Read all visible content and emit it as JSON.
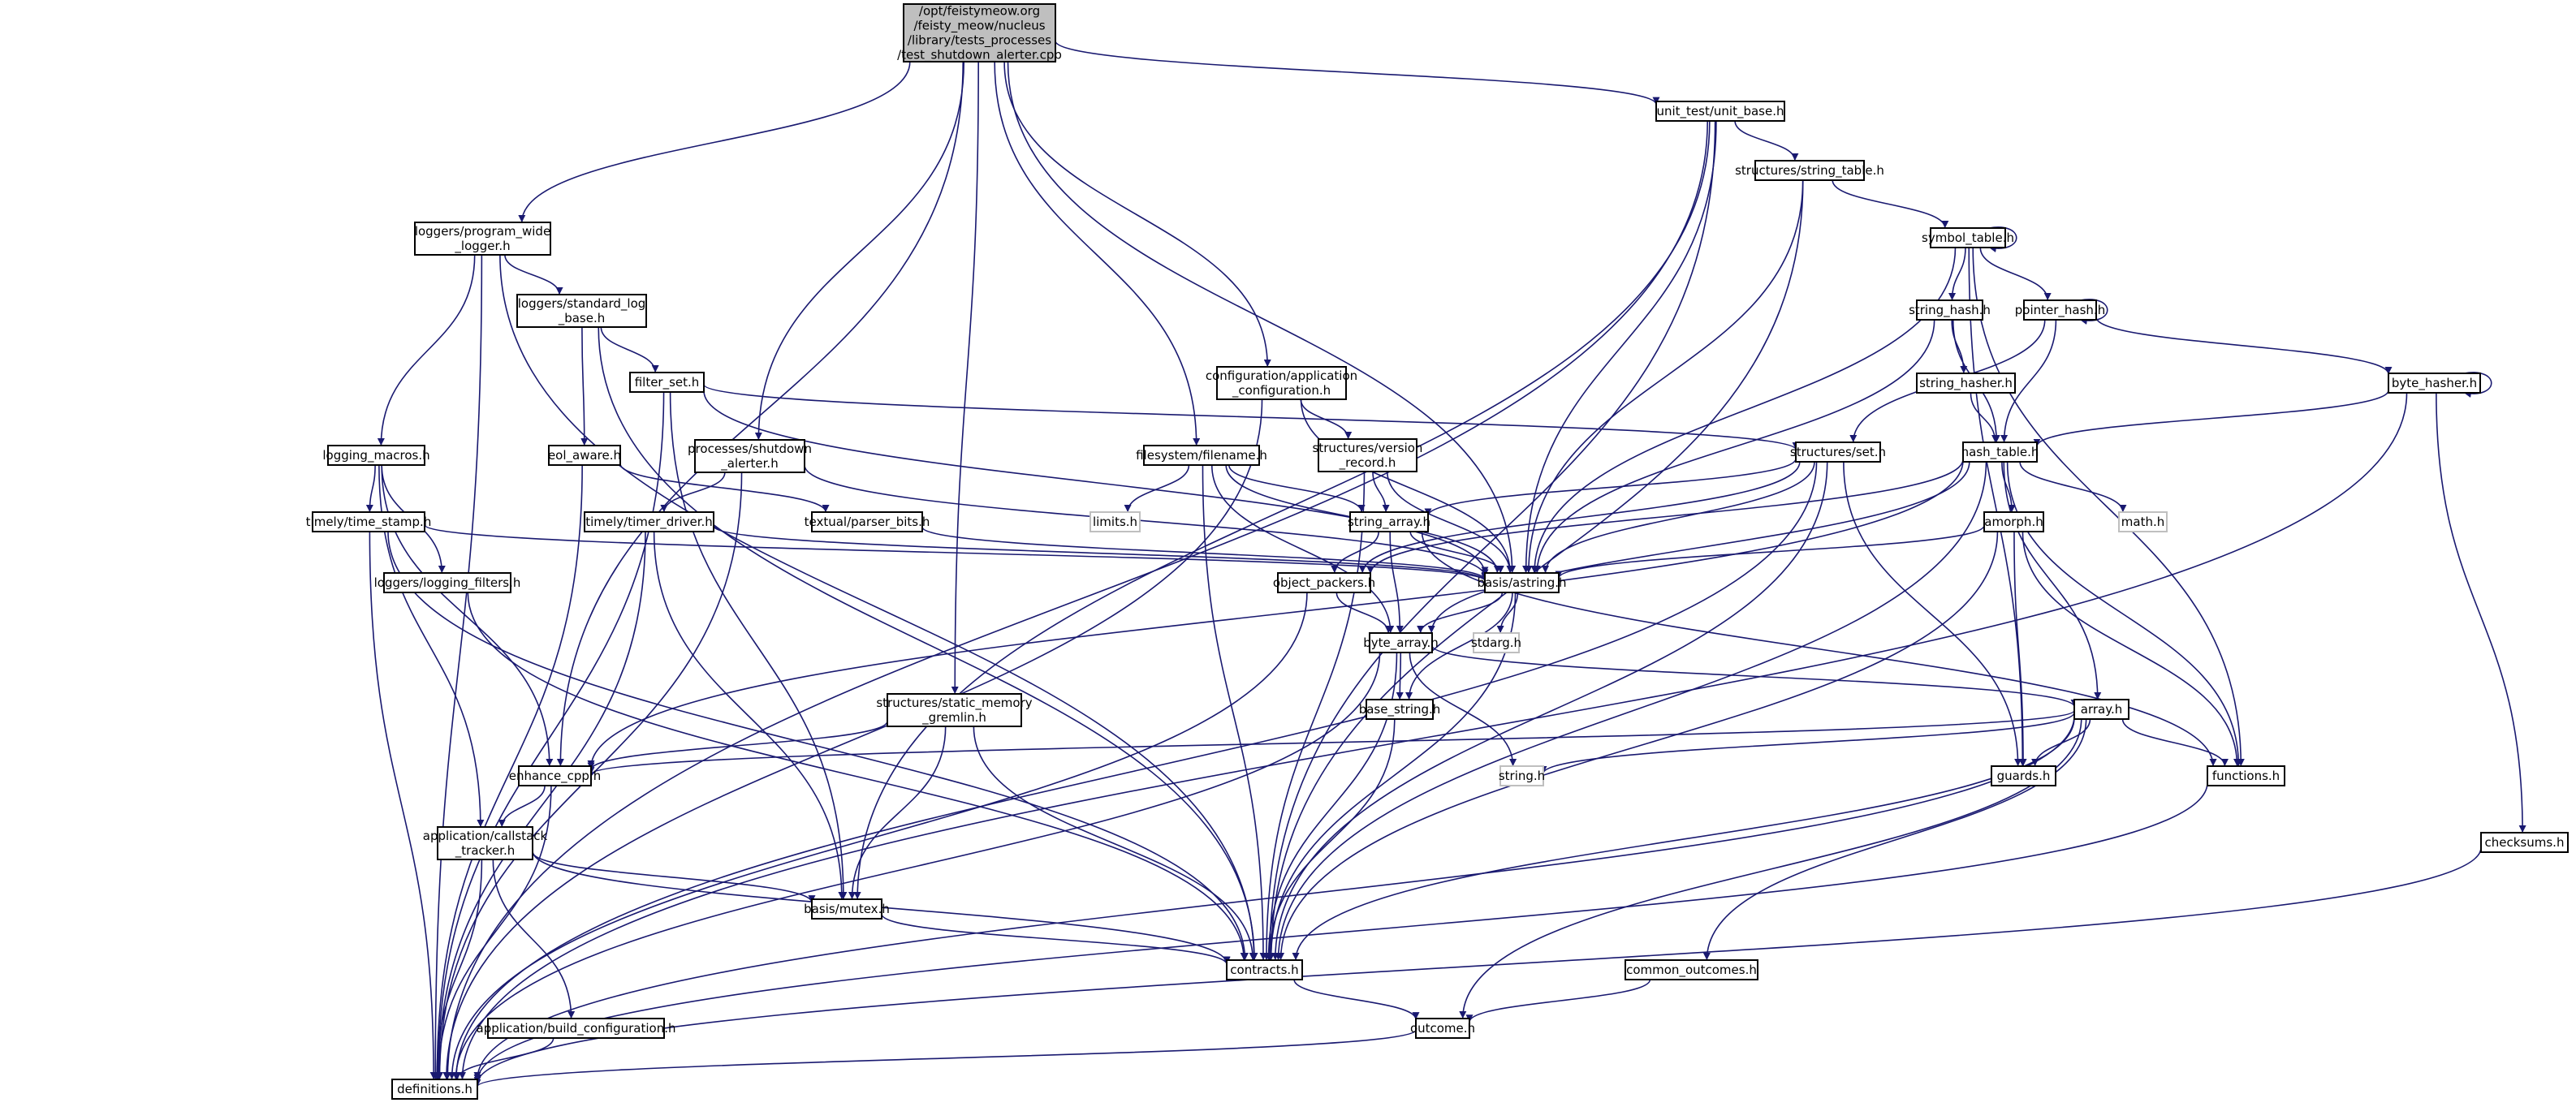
{
  "diagram": {
    "title": "Include dependency graph for test_shutdown_alerter.cpp",
    "edge_color": "#191970",
    "root_fill": "#bfbfbf",
    "system_header_border": "#bfbfbf",
    "nodes": [
      {
        "id": "root",
        "lines": [
          "/opt/feistymeow.org",
          "/feisty_meow/nucleus",
          "/library/tests_processes",
          "/test_shutdown_alerter.cpp"
        ],
        "kind": "root"
      },
      {
        "id": "unit_base",
        "lines": [
          "unit_test/unit_base.h"
        ],
        "kind": "header"
      },
      {
        "id": "program_wide_logger",
        "lines": [
          "loggers/program_wide",
          "_logger.h"
        ],
        "kind": "header"
      },
      {
        "id": "string_table",
        "lines": [
          "structures/string_table.h"
        ],
        "kind": "header"
      },
      {
        "id": "standard_log_base",
        "lines": [
          "loggers/standard_log",
          "_base.h"
        ],
        "kind": "header"
      },
      {
        "id": "symbol_table",
        "lines": [
          "symbol_table.h"
        ],
        "kind": "header"
      },
      {
        "id": "string_hash",
        "lines": [
          "string_hash.h"
        ],
        "kind": "header"
      },
      {
        "id": "pointer_hash",
        "lines": [
          "pointer_hash.h"
        ],
        "kind": "header"
      },
      {
        "id": "filter_set",
        "lines": [
          "filter_set.h"
        ],
        "kind": "header"
      },
      {
        "id": "app_config",
        "lines": [
          "configuration/application",
          "_configuration.h"
        ],
        "kind": "header"
      },
      {
        "id": "string_hasher",
        "lines": [
          "string_hasher.h"
        ],
        "kind": "header"
      },
      {
        "id": "byte_hasher",
        "lines": [
          "byte_hasher.h"
        ],
        "kind": "header"
      },
      {
        "id": "logging_macros",
        "lines": [
          "logging_macros.h"
        ],
        "kind": "header"
      },
      {
        "id": "eol_aware",
        "lines": [
          "eol_aware.h"
        ],
        "kind": "header"
      },
      {
        "id": "shutdown_alerter",
        "lines": [
          "processes/shutdown",
          "_alerter.h"
        ],
        "kind": "header"
      },
      {
        "id": "filename",
        "lines": [
          "filesystem/filename.h"
        ],
        "kind": "header"
      },
      {
        "id": "version_record",
        "lines": [
          "structures/version",
          "_record.h"
        ],
        "kind": "header"
      },
      {
        "id": "set",
        "lines": [
          "structures/set.h"
        ],
        "kind": "header"
      },
      {
        "id": "hash_table",
        "lines": [
          "hash_table.h"
        ],
        "kind": "header"
      },
      {
        "id": "time_stamp",
        "lines": [
          "timely/time_stamp.h"
        ],
        "kind": "header"
      },
      {
        "id": "timer_driver",
        "lines": [
          "timely/timer_driver.h"
        ],
        "kind": "header"
      },
      {
        "id": "parser_bits",
        "lines": [
          "textual/parser_bits.h"
        ],
        "kind": "header"
      },
      {
        "id": "limits",
        "lines": [
          "limits.h"
        ],
        "kind": "system"
      },
      {
        "id": "string_array",
        "lines": [
          "string_array.h"
        ],
        "kind": "header"
      },
      {
        "id": "math",
        "lines": [
          "math.h"
        ],
        "kind": "system"
      },
      {
        "id": "amorph",
        "lines": [
          "amorph.h"
        ],
        "kind": "header"
      },
      {
        "id": "logging_filters",
        "lines": [
          "loggers/logging_filters.h"
        ],
        "kind": "header"
      },
      {
        "id": "object_packers",
        "lines": [
          "object_packers.h"
        ],
        "kind": "header"
      },
      {
        "id": "astring",
        "lines": [
          "basis/astring.h"
        ],
        "kind": "header"
      },
      {
        "id": "byte_array",
        "lines": [
          "byte_array.h"
        ],
        "kind": "header"
      },
      {
        "id": "stdarg",
        "lines": [
          "stdarg.h"
        ],
        "kind": "system"
      },
      {
        "id": "static_memory_gremlin",
        "lines": [
          "structures/static_memory",
          "_gremlin.h"
        ],
        "kind": "header"
      },
      {
        "id": "base_string",
        "lines": [
          "base_string.h"
        ],
        "kind": "header"
      },
      {
        "id": "array",
        "lines": [
          "array.h"
        ],
        "kind": "header"
      },
      {
        "id": "enhance_cpp",
        "lines": [
          "enhance_cpp.h"
        ],
        "kind": "header"
      },
      {
        "id": "string_h",
        "lines": [
          "string.h"
        ],
        "kind": "system"
      },
      {
        "id": "guards",
        "lines": [
          "guards.h"
        ],
        "kind": "header"
      },
      {
        "id": "functions",
        "lines": [
          "functions.h"
        ],
        "kind": "header"
      },
      {
        "id": "callstack_tracker",
        "lines": [
          "application/callstack",
          "_tracker.h"
        ],
        "kind": "header"
      },
      {
        "id": "checksums",
        "lines": [
          "checksums.h"
        ],
        "kind": "header"
      },
      {
        "id": "mutex",
        "lines": [
          "basis/mutex.h"
        ],
        "kind": "header"
      },
      {
        "id": "contracts",
        "lines": [
          "contracts.h"
        ],
        "kind": "header"
      },
      {
        "id": "common_outcomes",
        "lines": [
          "common_outcomes.h"
        ],
        "kind": "header"
      },
      {
        "id": "build_configuration",
        "lines": [
          "application/build_configuration.h"
        ],
        "kind": "header"
      },
      {
        "id": "outcome",
        "lines": [
          "outcome.h"
        ],
        "kind": "header"
      },
      {
        "id": "definitions",
        "lines": [
          "definitions.h"
        ],
        "kind": "header"
      }
    ],
    "edges": [
      [
        "root",
        "unit_base"
      ],
      [
        "root",
        "program_wide_logger"
      ],
      [
        "root",
        "shutdown_alerter"
      ],
      [
        "root",
        "static_memory_gremlin"
      ],
      [
        "root",
        "filename"
      ],
      [
        "root",
        "app_config"
      ],
      [
        "root",
        "astring"
      ],
      [
        "root",
        "enhance_cpp"
      ],
      [
        "unit_base",
        "string_table"
      ],
      [
        "unit_base",
        "astring"
      ],
      [
        "unit_base",
        "mutex"
      ],
      [
        "unit_base",
        "contracts"
      ],
      [
        "unit_base",
        "definitions"
      ],
      [
        "program_wide_logger",
        "standard_log_base"
      ],
      [
        "program_wide_logger",
        "logging_macros"
      ],
      [
        "program_wide_logger",
        "contracts"
      ],
      [
        "program_wide_logger",
        "definitions"
      ],
      [
        "standard_log_base",
        "filter_set"
      ],
      [
        "standard_log_base",
        "eol_aware"
      ],
      [
        "standard_log_base",
        "contracts"
      ],
      [
        "filter_set",
        "set"
      ],
      [
        "filter_set",
        "astring"
      ],
      [
        "filter_set",
        "mutex"
      ],
      [
        "filter_set",
        "definitions"
      ],
      [
        "string_table",
        "symbol_table"
      ],
      [
        "string_table",
        "astring"
      ],
      [
        "string_table",
        "contracts"
      ],
      [
        "symbol_table",
        "symbol_table"
      ],
      [
        "symbol_table",
        "string_hash"
      ],
      [
        "symbol_table",
        "pointer_hash"
      ],
      [
        "symbol_table",
        "astring"
      ],
      [
        "symbol_table",
        "guards"
      ],
      [
        "symbol_table",
        "functions"
      ],
      [
        "string_hash",
        "string_hasher"
      ],
      [
        "string_hash",
        "hash_table"
      ],
      [
        "string_hash",
        "astring"
      ],
      [
        "string_hasher",
        "hash_table"
      ],
      [
        "pointer_hash",
        "pointer_hash"
      ],
      [
        "pointer_hash",
        "hash_table"
      ],
      [
        "pointer_hash",
        "set"
      ],
      [
        "pointer_hash",
        "byte_hasher"
      ],
      [
        "byte_hasher",
        "byte_hasher"
      ],
      [
        "byte_hasher",
        "hash_table"
      ],
      [
        "byte_hasher",
        "checksums"
      ],
      [
        "byte_hasher",
        "definitions"
      ],
      [
        "hash_table",
        "amorph"
      ],
      [
        "hash_table",
        "math"
      ],
      [
        "hash_table",
        "array"
      ],
      [
        "hash_table",
        "byte_array"
      ],
      [
        "hash_table",
        "contracts"
      ],
      [
        "hash_table",
        "functions"
      ],
      [
        "hash_table",
        "object_packers"
      ],
      [
        "hash_table",
        "enhance_cpp"
      ],
      [
        "app_config",
        "version_record"
      ],
      [
        "app_config",
        "astring"
      ],
      [
        "app_config",
        "definitions"
      ],
      [
        "version_record",
        "string_array"
      ],
      [
        "version_record",
        "astring"
      ],
      [
        "version_record",
        "contracts"
      ],
      [
        "filename",
        "string_array"
      ],
      [
        "filename",
        "astring"
      ],
      [
        "filename",
        "byte_array"
      ],
      [
        "filename",
        "contracts"
      ],
      [
        "filename",
        "limits"
      ],
      [
        "set",
        "string_array"
      ],
      [
        "set",
        "astring"
      ],
      [
        "set",
        "contracts"
      ],
      [
        "set",
        "guards"
      ],
      [
        "set",
        "object_packers"
      ],
      [
        "set",
        "definitions"
      ],
      [
        "string_array",
        "object_packers"
      ],
      [
        "string_array",
        "astring"
      ],
      [
        "string_array",
        "byte_array"
      ],
      [
        "string_array",
        "functions"
      ],
      [
        "logging_macros",
        "time_stamp"
      ],
      [
        "logging_macros",
        "logging_filters"
      ],
      [
        "logging_macros",
        "enhance_cpp"
      ],
      [
        "logging_macros",
        "callstack_tracker"
      ],
      [
        "eol_aware",
        "parser_bits"
      ],
      [
        "eol_aware",
        "definitions"
      ],
      [
        "shutdown_alerter",
        "timer_driver"
      ],
      [
        "shutdown_alerter",
        "astring"
      ],
      [
        "shutdown_alerter",
        "definitions"
      ],
      [
        "time_stamp",
        "astring"
      ],
      [
        "time_stamp",
        "contracts"
      ],
      [
        "time_stamp",
        "definitions"
      ],
      [
        "timer_driver",
        "astring"
      ],
      [
        "timer_driver",
        "mutex"
      ],
      [
        "timer_driver",
        "definitions"
      ],
      [
        "parser_bits",
        "astring"
      ],
      [
        "logging_filters",
        "contracts"
      ],
      [
        "amorph",
        "astring"
      ],
      [
        "amorph",
        "contracts"
      ],
      [
        "amorph",
        "guards"
      ],
      [
        "amorph",
        "functions"
      ],
      [
        "object_packers",
        "byte_array"
      ],
      [
        "object_packers",
        "definitions"
      ],
      [
        "astring",
        "byte_array"
      ],
      [
        "astring",
        "base_string"
      ],
      [
        "astring",
        "stdarg"
      ],
      [
        "astring",
        "contracts"
      ],
      [
        "byte_array",
        "base_string"
      ],
      [
        "byte_array",
        "array"
      ],
      [
        "byte_array",
        "string_h"
      ],
      [
        "byte_array",
        "contracts"
      ],
      [
        "byte_array",
        "definitions"
      ],
      [
        "base_string",
        "contracts"
      ],
      [
        "static_memory_gremlin",
        "enhance_cpp"
      ],
      [
        "static_memory_gremlin",
        "mutex"
      ],
      [
        "static_memory_gremlin",
        "contracts"
      ],
      [
        "array",
        "enhance_cpp"
      ],
      [
        "array",
        "guards"
      ],
      [
        "array",
        "functions"
      ],
      [
        "array",
        "string_h"
      ],
      [
        "array",
        "common_outcomes"
      ],
      [
        "array",
        "outcome"
      ],
      [
        "array",
        "contracts"
      ],
      [
        "array",
        "definitions"
      ],
      [
        "enhance_cpp",
        "callstack_tracker"
      ],
      [
        "enhance_cpp",
        "definitions"
      ],
      [
        "callstack_tracker",
        "mutex"
      ],
      [
        "callstack_tracker",
        "contracts"
      ],
      [
        "callstack_tracker",
        "build_configuration"
      ],
      [
        "callstack_tracker",
        "definitions"
      ],
      [
        "functions",
        "definitions"
      ],
      [
        "checksums",
        "definitions"
      ],
      [
        "mutex",
        "contracts"
      ],
      [
        "contracts",
        "outcome"
      ],
      [
        "common_outcomes",
        "outcome"
      ],
      [
        "build_configuration",
        "definitions"
      ],
      [
        "outcome",
        "definitions"
      ]
    ]
  }
}
